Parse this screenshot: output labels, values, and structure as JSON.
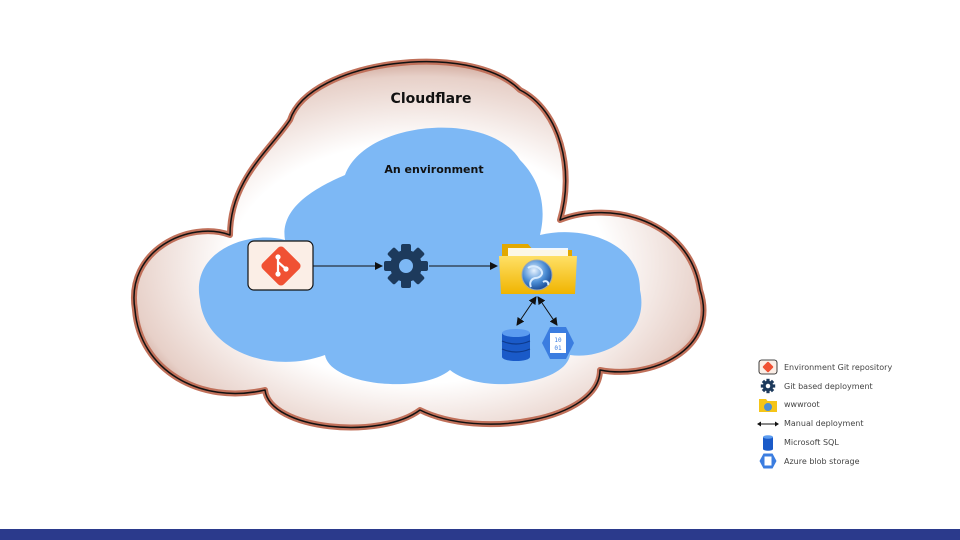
{
  "diagram": {
    "outer_label": "Cloudflare",
    "inner_label": "An environment"
  },
  "legend": {
    "items": [
      {
        "icon": "git-icon",
        "label": "Environment Git repository"
      },
      {
        "icon": "gear-icon",
        "label": "Git based deployment"
      },
      {
        "icon": "folder-web-icon",
        "label": "wwwroot"
      },
      {
        "icon": "double-arrow-icon",
        "label": "Manual deployment"
      },
      {
        "icon": "database-icon",
        "label": "Microsoft SQL"
      },
      {
        "icon": "blob-storage-icon",
        "label": "Azure blob storage"
      }
    ]
  },
  "colors": {
    "outer_cloud_stroke": "#c0705a",
    "inner_cloud_fill": "#7db8f5",
    "git_orange": "#f05133",
    "gear": "#1d3a5c",
    "folder": "#f5c518",
    "database": "#1a5ac8",
    "blob": "#3b7de0",
    "footer": "#2b3a8c"
  }
}
